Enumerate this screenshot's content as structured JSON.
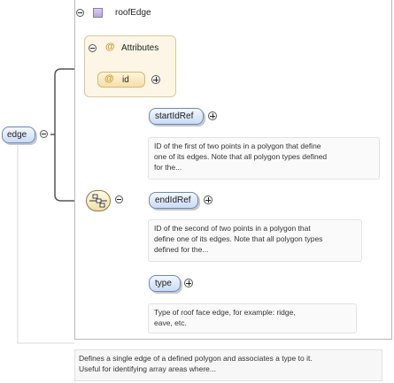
{
  "diagram": {
    "type_name": "roofEdge",
    "attributes_label": "Attributes",
    "root_element": "edge",
    "attribute": "id",
    "children": [
      {
        "name": "startIdRef",
        "doc": [
          "ID of the first of two points in a polygon that define",
          "one of its edges. Note that all polygon types defined",
          "for the..."
        ]
      },
      {
        "name": "endIdRef",
        "doc": [
          "ID of the second of two points in a polygon that",
          "define one of its edges. Note that all polygon types",
          "defined for the..."
        ]
      },
      {
        "name": "type",
        "doc": [
          "Type of roof face edge, for example: ridge,",
          "eave, etc."
        ]
      }
    ],
    "root_doc": [
      "Defines a single edge of a defined polygon and associates a type to it.",
      "Useful for identifying array areas where..."
    ]
  },
  "icons": {
    "type": "complex-type-icon",
    "attribute": "attribute-at-icon",
    "sequence": "sequence-compositor-icon"
  },
  "colors": {
    "element_fill": "#c9dbf5",
    "element_border": "#6a88b8",
    "attribute_fill": "#fdf6e6",
    "attribute_border": "#d9c79e",
    "connector": "#555555"
  }
}
